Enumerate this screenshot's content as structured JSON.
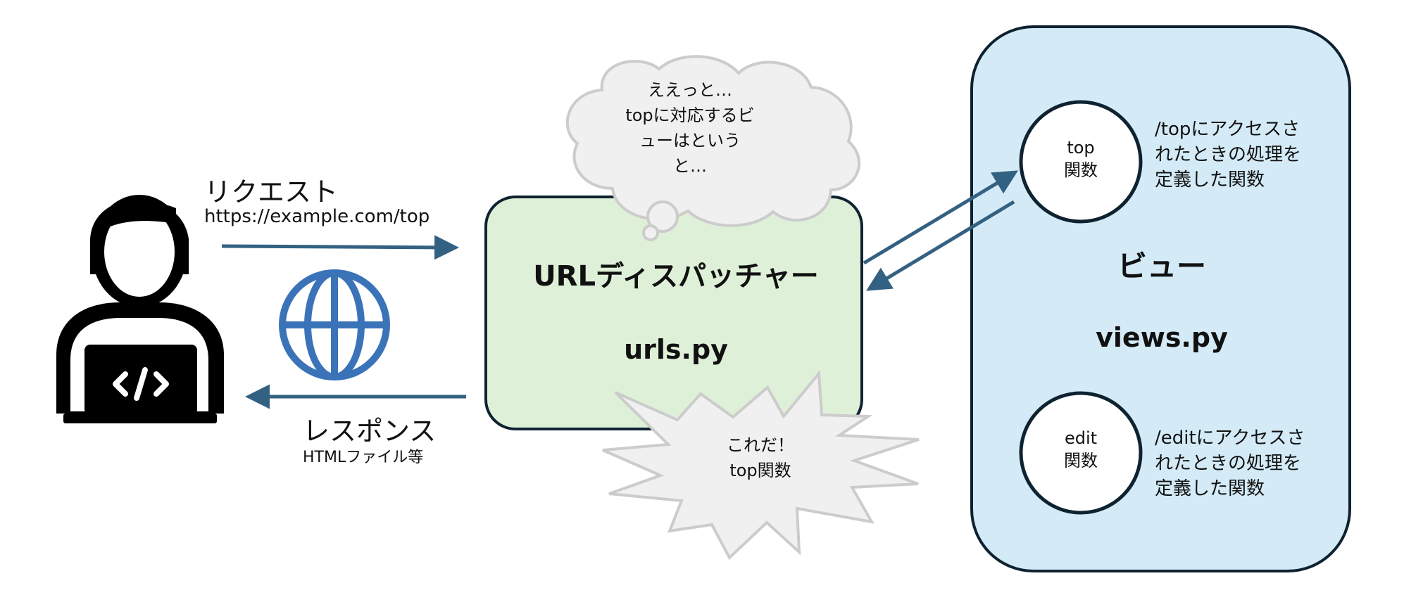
{
  "request": {
    "title": "リクエスト",
    "url": "https://example.com/top"
  },
  "response": {
    "title": "レスポンス",
    "subtitle": "HTMLファイル等"
  },
  "dispatcher": {
    "title": "URLディスパッチャー",
    "file": "urls.py"
  },
  "thought_bubble": {
    "lines": [
      "ええっと…",
      "topに対応するビ",
      "ューはという",
      "と…"
    ]
  },
  "burst_bubble": {
    "lines": [
      "これだ！",
      "top関数"
    ]
  },
  "view": {
    "title": "ビュー",
    "file": "views.py",
    "functions": [
      {
        "name": "top",
        "kind": "関数",
        "description_lines": [
          "/topにアクセスさ",
          "れたときの処理を",
          "定義した関数"
        ]
      },
      {
        "name": "edit",
        "kind": "関数",
        "description_lines": [
          "/editにアクセスさ",
          "れたときの処理を",
          "定義した関数"
        ]
      }
    ]
  },
  "colors": {
    "arrow": "#336182",
    "dispatcher_fill": "#dff0d8",
    "view_fill": "#d4ebf7",
    "globe": "#3b73b9",
    "outline": "#0e2230",
    "bubble_fill": "#f0f0f0",
    "bubble_stroke": "#cccccc"
  },
  "icons": [
    "developer-icon",
    "globe-icon"
  ]
}
